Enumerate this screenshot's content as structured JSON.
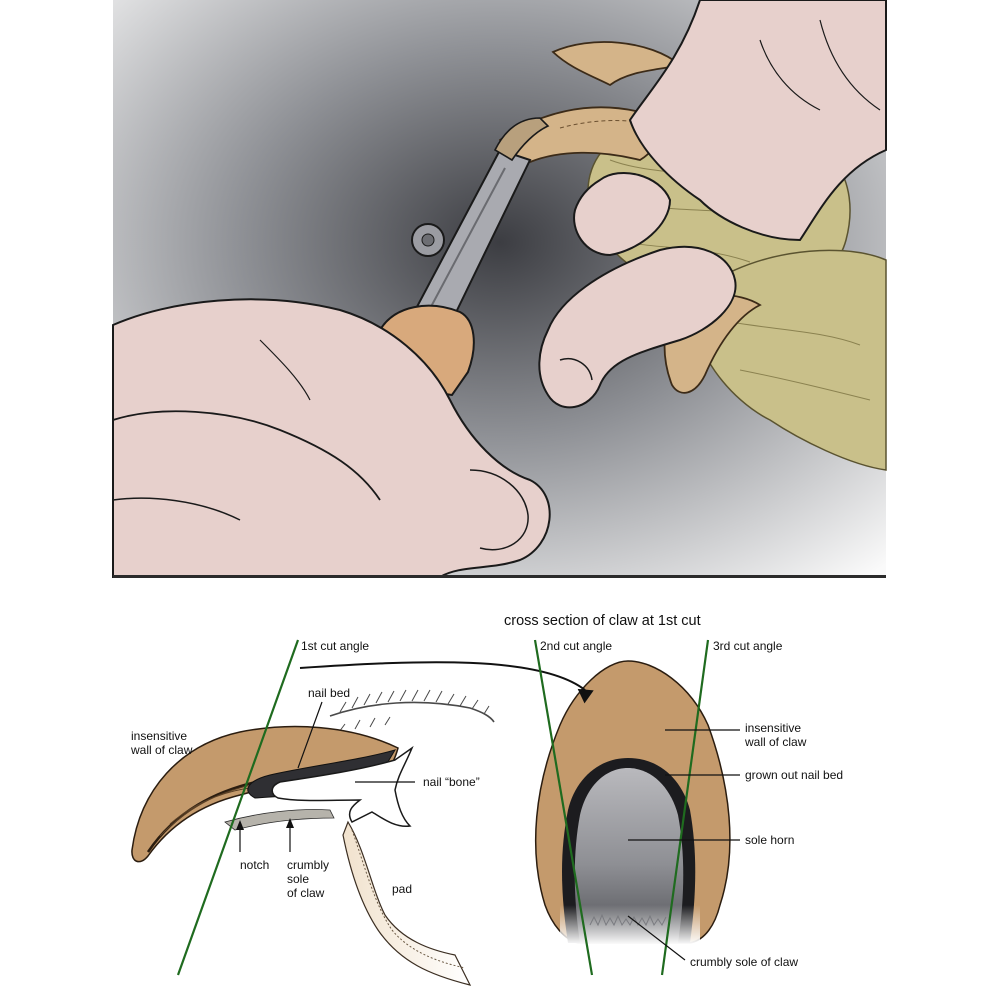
{
  "diagram": {
    "title": "cross section of claw at 1st cut",
    "cut_angles": {
      "first": "1st cut angle",
      "second": "2nd cut angle",
      "third": "3rd cut angle"
    },
    "side_view": {
      "nail_bed": "nail bed",
      "wall_line1": "insensitive",
      "wall_line2": "wall of claw",
      "nail_bone": "nail “bone”",
      "notch": "notch",
      "crumbly_line1": "crumbly",
      "crumbly_line2": "sole",
      "crumbly_line3": "of claw",
      "pad": "pad"
    },
    "cross_section": {
      "wall_line1": "insensitive",
      "wall_line2": "wall of claw",
      "grown_out_nail_bed": "grown out nail bed",
      "sole_horn": "sole horn",
      "crumbly_sole": "crumbly sole of claw"
    }
  },
  "colors": {
    "claw": "#c49a6c",
    "skin": "#e7d0cc",
    "fur": "#c9c08a",
    "cut_line": "#1f6b1f",
    "background_gray": "#8f9196"
  }
}
